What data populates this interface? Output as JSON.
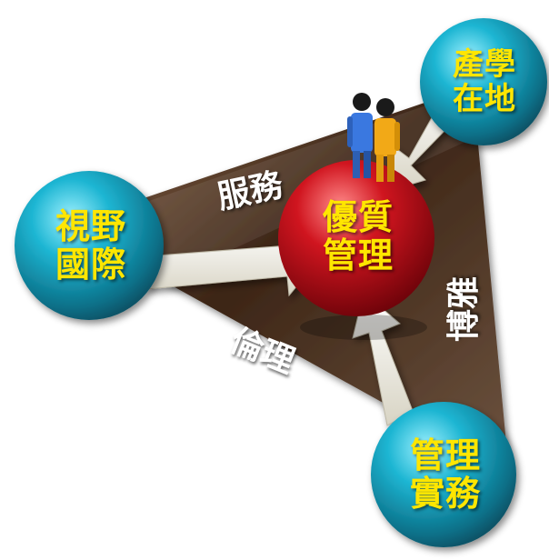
{
  "spheres": {
    "top_right": {
      "line1": "產學",
      "line2": "在地"
    },
    "left": {
      "line1": "視野",
      "line2": "國際"
    },
    "bottom_right": {
      "line1": "管理",
      "line2": "實務"
    },
    "center": {
      "line1": "優質",
      "line2": "管理"
    }
  },
  "edges": {
    "top": "服務",
    "bottom": "倫理",
    "right": "博雅"
  },
  "colors": {
    "sphere_teal": "#1aa6c4",
    "center_red": "#c0141e",
    "label_yellow": "#ffe600",
    "triangle_brown": "#5a3a22",
    "arrow_cream": "#f2f0e4"
  }
}
